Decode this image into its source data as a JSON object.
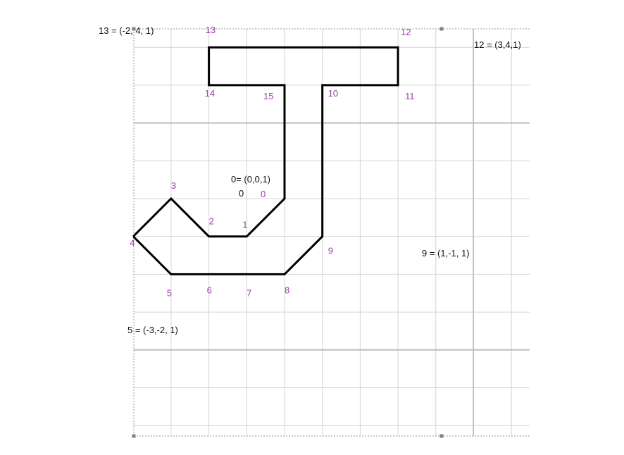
{
  "colors": {
    "grid_minor": "#d4d4d4",
    "grid_major": "#bdbdbd",
    "border_dotted": "#9a9a9a",
    "shape_stroke": "#000000",
    "vertex_label": "#9b3fa8",
    "annotation": "#111111",
    "handle": "#808080"
  },
  "grid": {
    "x_min": -4,
    "x_max": 6.5,
    "y_min": -7,
    "y_max": 4.75,
    "step": 1
  },
  "shape": {
    "closed": false,
    "vertices": [
      {
        "x": 0,
        "y": 0,
        "label": "0"
      },
      {
        "x": -1,
        "y": -1,
        "label": "1"
      },
      {
        "x": -2,
        "y": -1,
        "label": "2"
      },
      {
        "x": -3,
        "y": 0,
        "label": "3"
      },
      {
        "x": -4,
        "y": -1,
        "label": "4"
      },
      {
        "x": -3,
        "y": -2,
        "label": "5"
      },
      {
        "x": -2,
        "y": -2,
        "label": "6"
      },
      {
        "x": -1,
        "y": -2,
        "label": "7"
      },
      {
        "x": 0,
        "y": -2,
        "label": "8"
      },
      {
        "x": 1,
        "y": -1,
        "label": "9"
      },
      {
        "x": 1,
        "y": 3,
        "label": "10"
      },
      {
        "x": 3,
        "y": 3,
        "label": "11"
      },
      {
        "x": 3,
        "y": 4,
        "label": "12"
      },
      {
        "x": -2,
        "y": 4,
        "label": "13"
      },
      {
        "x": -2,
        "y": 3,
        "label": "14"
      },
      {
        "x": 0,
        "y": 3,
        "label": "15"
      }
    ],
    "path_order": [
      4,
      3,
      2,
      1,
      0,
      15,
      14,
      13,
      12,
      11,
      10,
      9,
      8,
      7,
      6,
      5,
      4
    ]
  },
  "origin_marker": {
    "text": "0"
  },
  "annotations": [
    {
      "id": "13",
      "text": "13 = (-2, 4, 1)"
    },
    {
      "id": "12",
      "text": "12 = (3,4,1)"
    },
    {
      "id": "0",
      "text": "0= (0,0,1)"
    },
    {
      "id": "9",
      "text": "9 = (1,-1, 1)"
    },
    {
      "id": "5",
      "text": "5 = (-3,-2, 1)"
    }
  ]
}
